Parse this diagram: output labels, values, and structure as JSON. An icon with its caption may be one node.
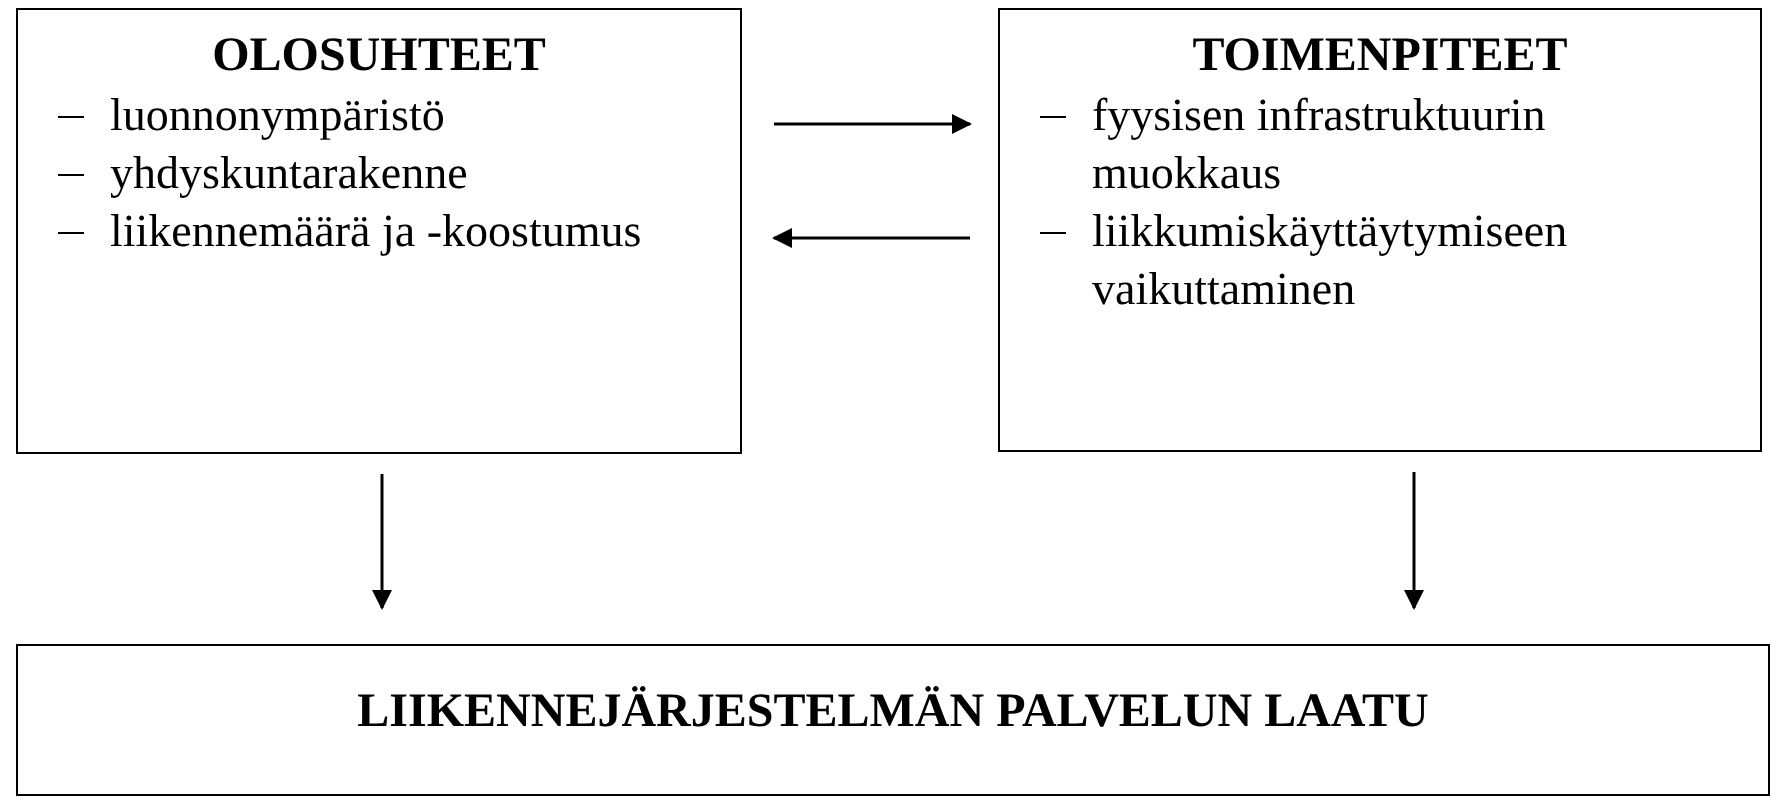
{
  "diagram": {
    "nodes": [
      {
        "text": [
          "OLOSUHTEET",
          "luonnonympäristö",
          "yhdyskuntarakenne",
          "liikennemäärä ja -koostumus"
        ]
      },
      {
        "text": [
          "TOIMENPITEET",
          "fyysisen infrastruktuurin muokkaus",
          "liikkumiskäyttäytymiseen vaikuttaminen"
        ]
      },
      {
        "text": [
          "LIIKENNEJÄRJESTELMÄN PALVELUN LAATU"
        ]
      }
    ],
    "edges": [
      {
        "from": 0,
        "to": 1,
        "arrow": "to"
      },
      {
        "from": 1,
        "to": 0,
        "arrow": "to"
      },
      {
        "from": 0,
        "to": 2,
        "arrow": "to"
      },
      {
        "from": 1,
        "to": 2,
        "arrow": "to"
      }
    ]
  }
}
